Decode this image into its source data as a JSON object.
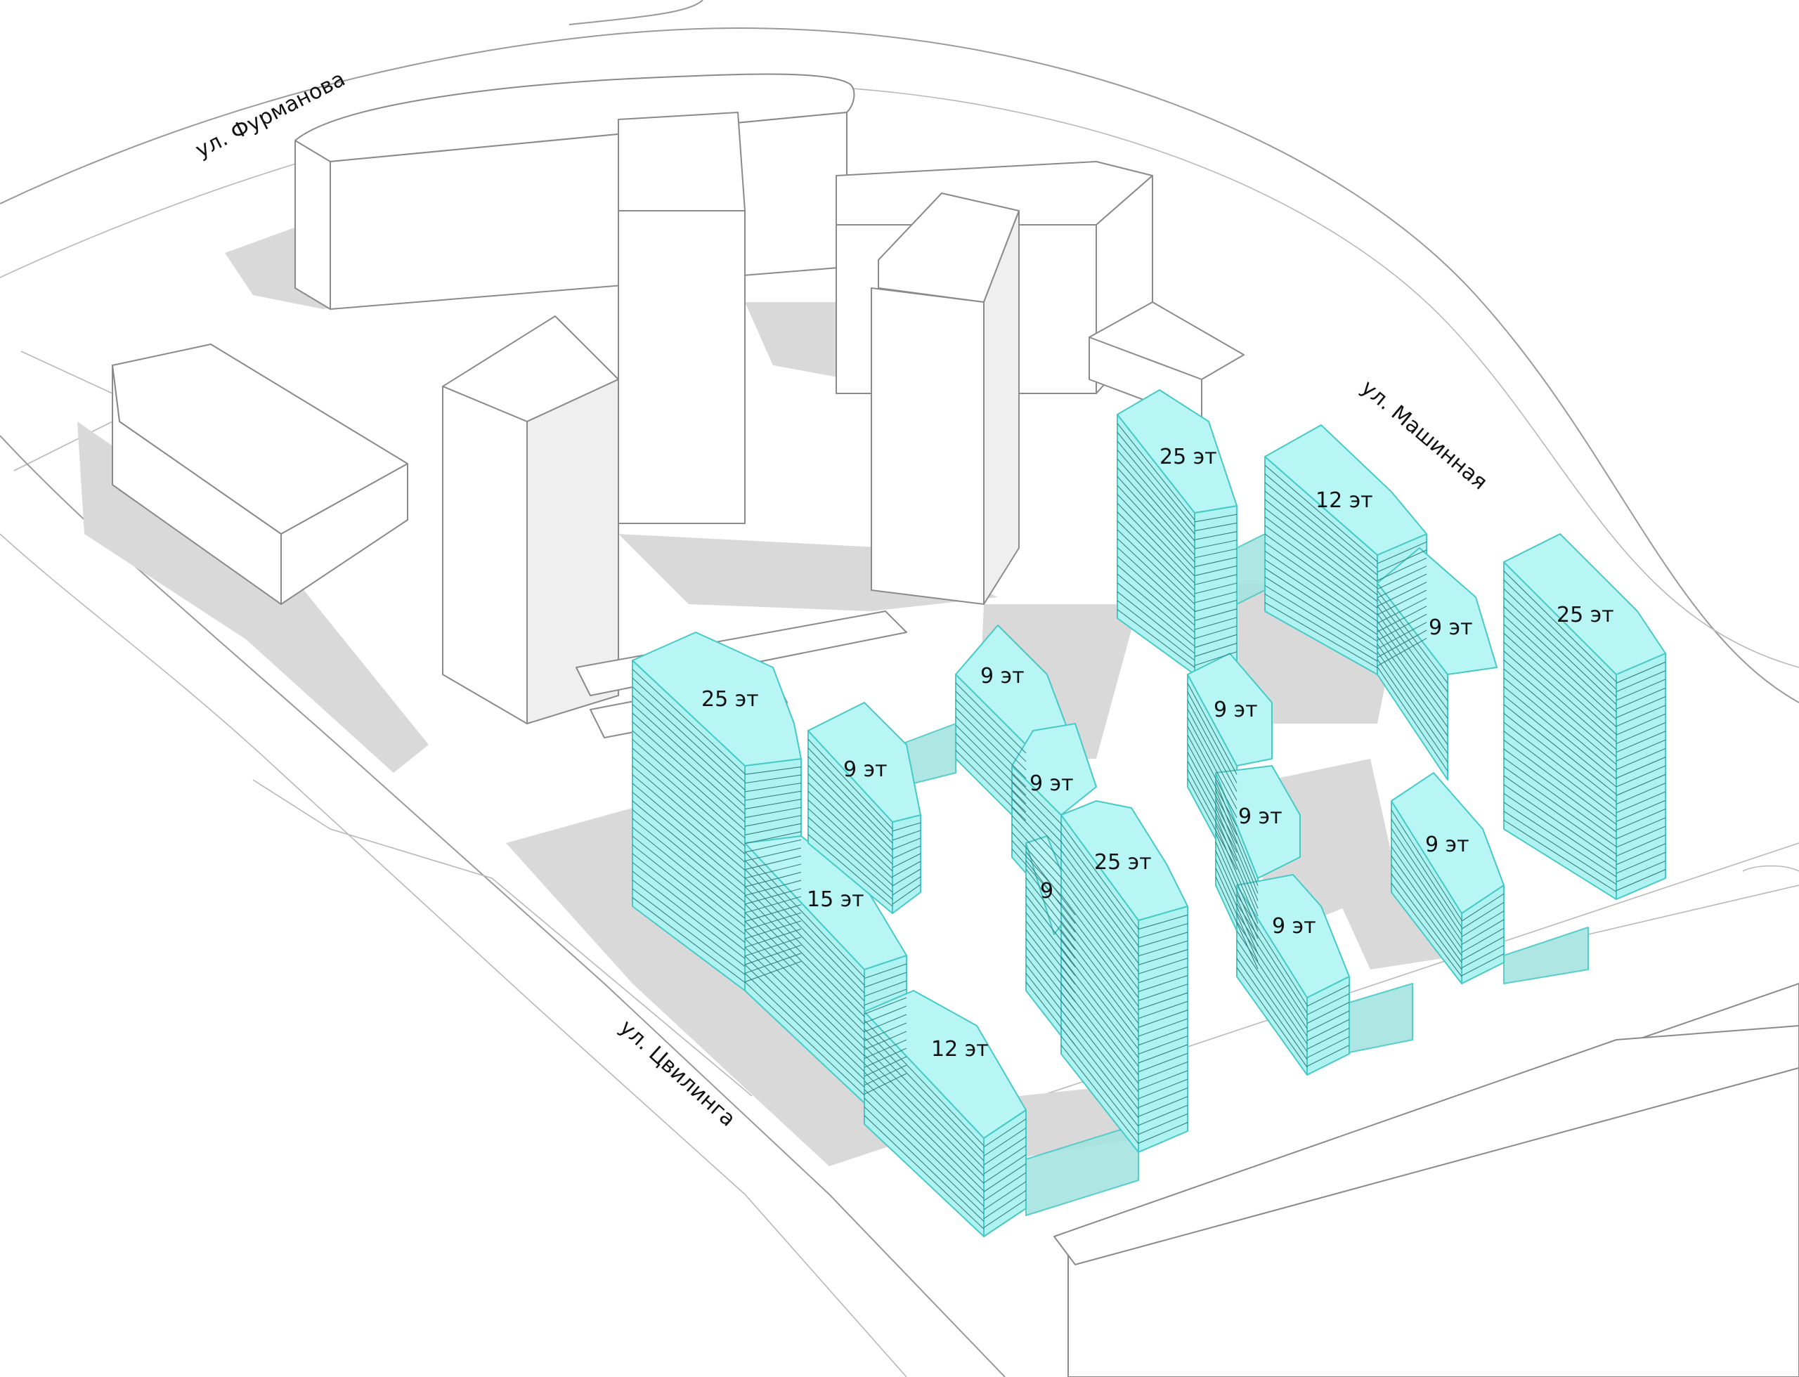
{
  "streets": {
    "furmanova": "ул. Фурманова",
    "mashinnaya": "ул. Машинная",
    "tsvilinga": "ул. Цвилинга"
  },
  "floor_labels": {
    "west_tower_top": "25 эт",
    "west_wing_top": "9 эт",
    "west_mid": "15 эт",
    "west_low": "12 эт",
    "center_top": "9 эт",
    "center_mid": "9 эт",
    "center_cut": "9",
    "center_tower": "25 эт",
    "east_tower_left": "25 эт",
    "east_block_top": "12 эт",
    "east_right_9": "9 эт",
    "east_tower_right": "25 эт",
    "east_chain_1": "9 эт",
    "east_chain_2": "9 эт",
    "east_chain_3": "9 эт",
    "east_small": "9 эт"
  },
  "colors": {
    "new_building": "#b7f6f4",
    "new_building_edge": "#47c9c6",
    "context_building": "#ffffff",
    "shadow": "#d9d9d9"
  }
}
